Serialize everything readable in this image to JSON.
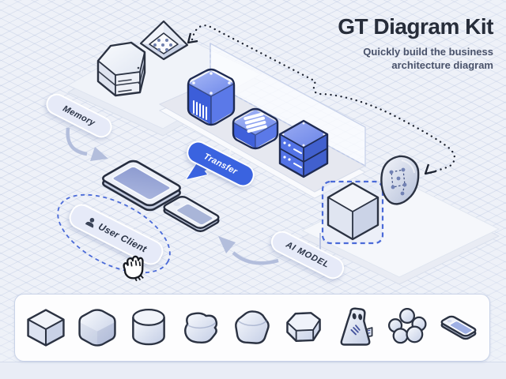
{
  "header": {
    "title": "GT Diagram Kit",
    "subtitle": [
      "Quickly build the business",
      "architecture diagram"
    ]
  },
  "labels": {
    "memory": "Memory",
    "transfer": "Transfer",
    "user_client": "User Client",
    "ai_model": "AI MODEL"
  },
  "palette": {
    "items": [
      {
        "name": "cube"
      },
      {
        "name": "rounded-cube"
      },
      {
        "name": "cylinder"
      },
      {
        "name": "cloud-block"
      },
      {
        "name": "rounded-prism"
      },
      {
        "name": "hexagon-prism"
      },
      {
        "name": "robot"
      },
      {
        "name": "sphere-cluster"
      },
      {
        "name": "phone"
      }
    ]
  },
  "colors": {
    "accent_blue": "#3a63e0",
    "outline_dark": "#2b3242",
    "pill_lavender": "#e6eaf8",
    "selection_blue": "#4a6ad8",
    "arrow_gray": "#b3bedc",
    "background": "#eef1f8"
  }
}
